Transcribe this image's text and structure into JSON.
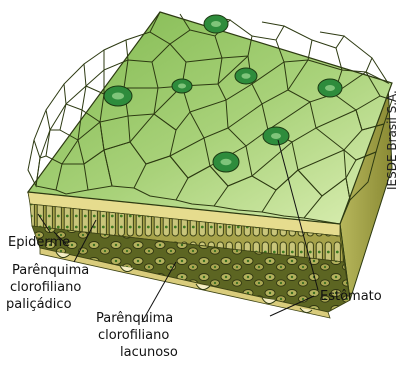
{
  "labels": {
    "epiderme": "Epiderme",
    "palicadico_1": "Parênquima",
    "palicadico_2": "clorofiliano",
    "palicadico_3": "paliçádico",
    "lacunoso_1": "Parênquima",
    "lacunoso_2": "clorofiliano",
    "lacunoso_3": "lacunoso",
    "estomato": "Estômato"
  },
  "credit": "IESDE Brasil S.A.",
  "colors": {
    "upper_surface": "#9fcb6a",
    "upper_surface_light": "#d7e9a8",
    "cell_lines": "#2d3a12",
    "tissue_dark": "#56601f",
    "tissue_mid": "#9a9a3a",
    "cuticle": "#f2e6a0",
    "stomata": "#1f8a3a"
  }
}
